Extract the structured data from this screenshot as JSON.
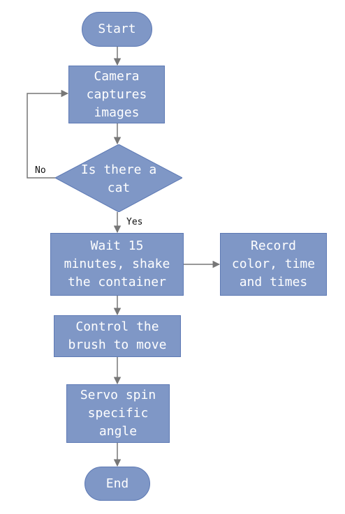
{
  "flowchart": {
    "nodes": {
      "start": {
        "label": "Start"
      },
      "capture": {
        "label": "Camera\ncaptures\nimages"
      },
      "cat_check": {
        "label": "Is there a\ncat"
      },
      "wait_shake": {
        "label": "Wait 15\nminutes, shake\nthe container"
      },
      "record": {
        "label": "Record\ncolor, time\nand times"
      },
      "brush": {
        "label": "Control the\nbrush to move"
      },
      "servo": {
        "label": "Servo spin\nspecific\nangle"
      },
      "end": {
        "label": "End"
      }
    },
    "edges": {
      "no_label": "No",
      "yes_label": "Yes"
    },
    "colors": {
      "node_fill": "#7f97c6",
      "node_border": "#5d79b4",
      "node_text": "#ffffff",
      "connector": "#777777",
      "edge_label_text": "#111111"
    }
  }
}
